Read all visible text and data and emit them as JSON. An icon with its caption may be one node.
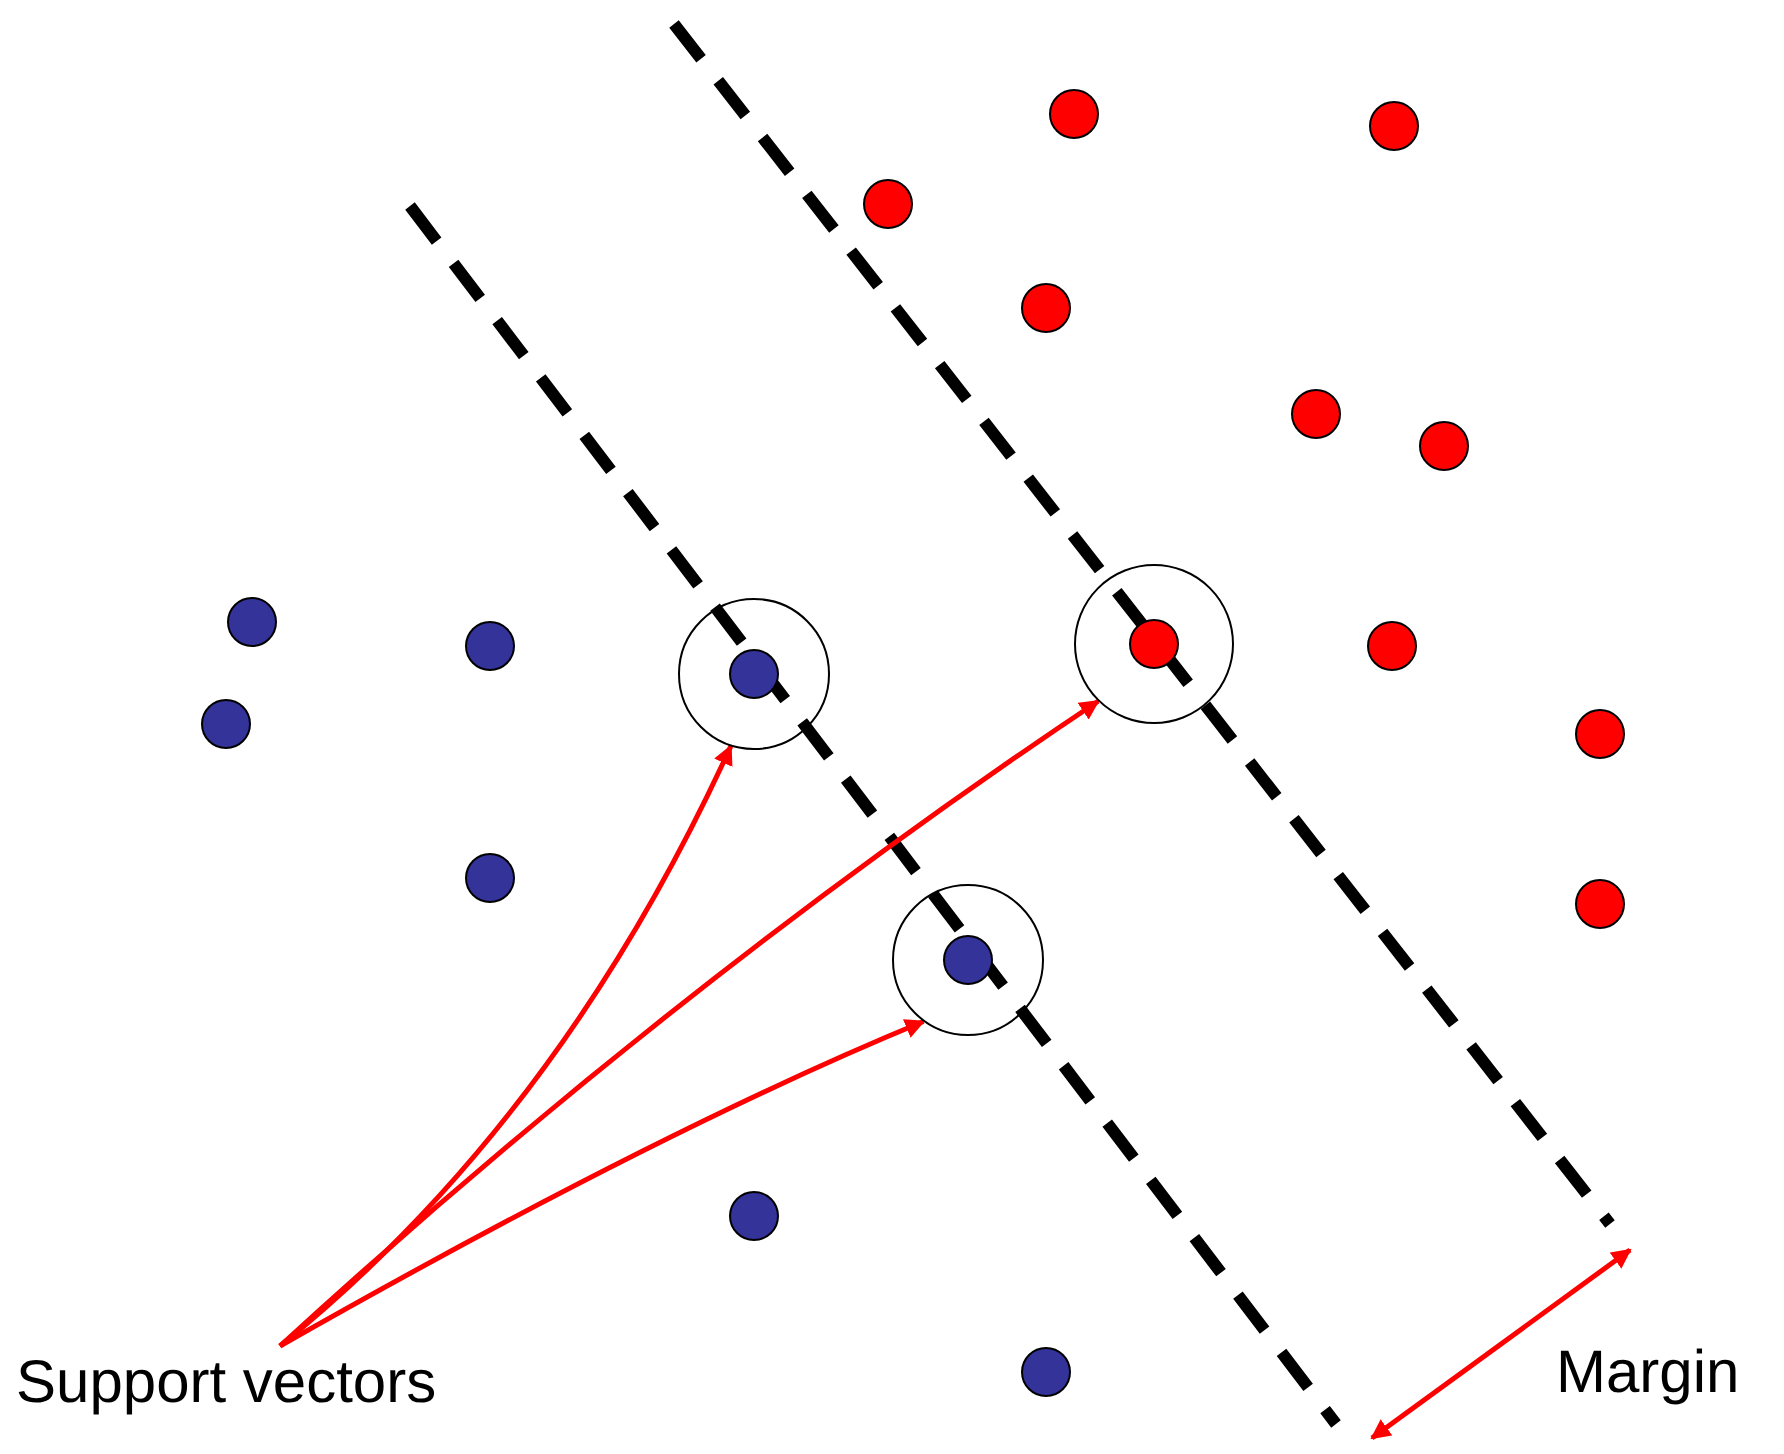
{
  "diagram": {
    "nodes": [
      {
        "text": [
          "Support vectors"
        ]
      },
      {
        "text": [],
        "shape": "circle"
      },
      {
        "text": [],
        "shape": "circle"
      },
      {
        "text": [],
        "shape": "circle"
      }
    ],
    "edges": [
      {
        "from": 0,
        "to": 1,
        "arrow": "to"
      },
      {
        "from": 0,
        "to": 2,
        "arrow": "to"
      },
      {
        "from": 0,
        "to": 3,
        "arrow": "to"
      }
    ],
    "labels": [
      "Margin"
    ]
  }
}
